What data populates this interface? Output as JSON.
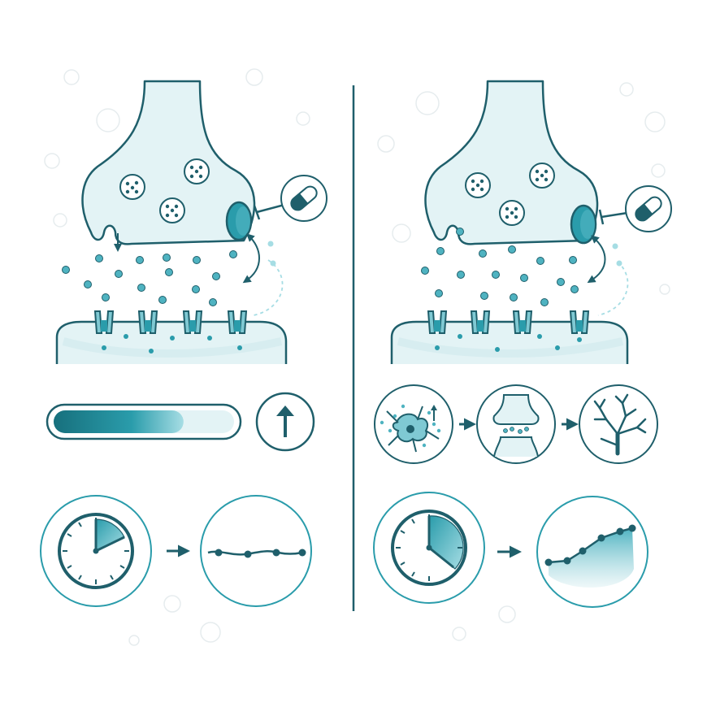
{
  "colors": {
    "outline": "#1f5f6b",
    "fill_light": "#e3f3f5",
    "fill_mid": "#7fc9d3",
    "accent": "#2a9cab",
    "accent_dark": "#17707d",
    "bubble": "#e9eef0",
    "background": "#ffffff"
  },
  "panels": [
    {
      "id": "left",
      "receptor_state": "blocked",
      "level_fraction": 0.72,
      "timeline": "flat"
    },
    {
      "id": "right",
      "receptor_state": "blocked",
      "sequence": [
        "neuron",
        "synapse",
        "dendritic-branching"
      ],
      "timeline": "rising"
    }
  ],
  "icons": [
    "capsule-icon",
    "up-arrow-icon",
    "clock-icon",
    "neuron-icon",
    "synapse-icon",
    "dendrite-tree-icon",
    "flat-line-icon",
    "rising-curve-icon"
  ]
}
